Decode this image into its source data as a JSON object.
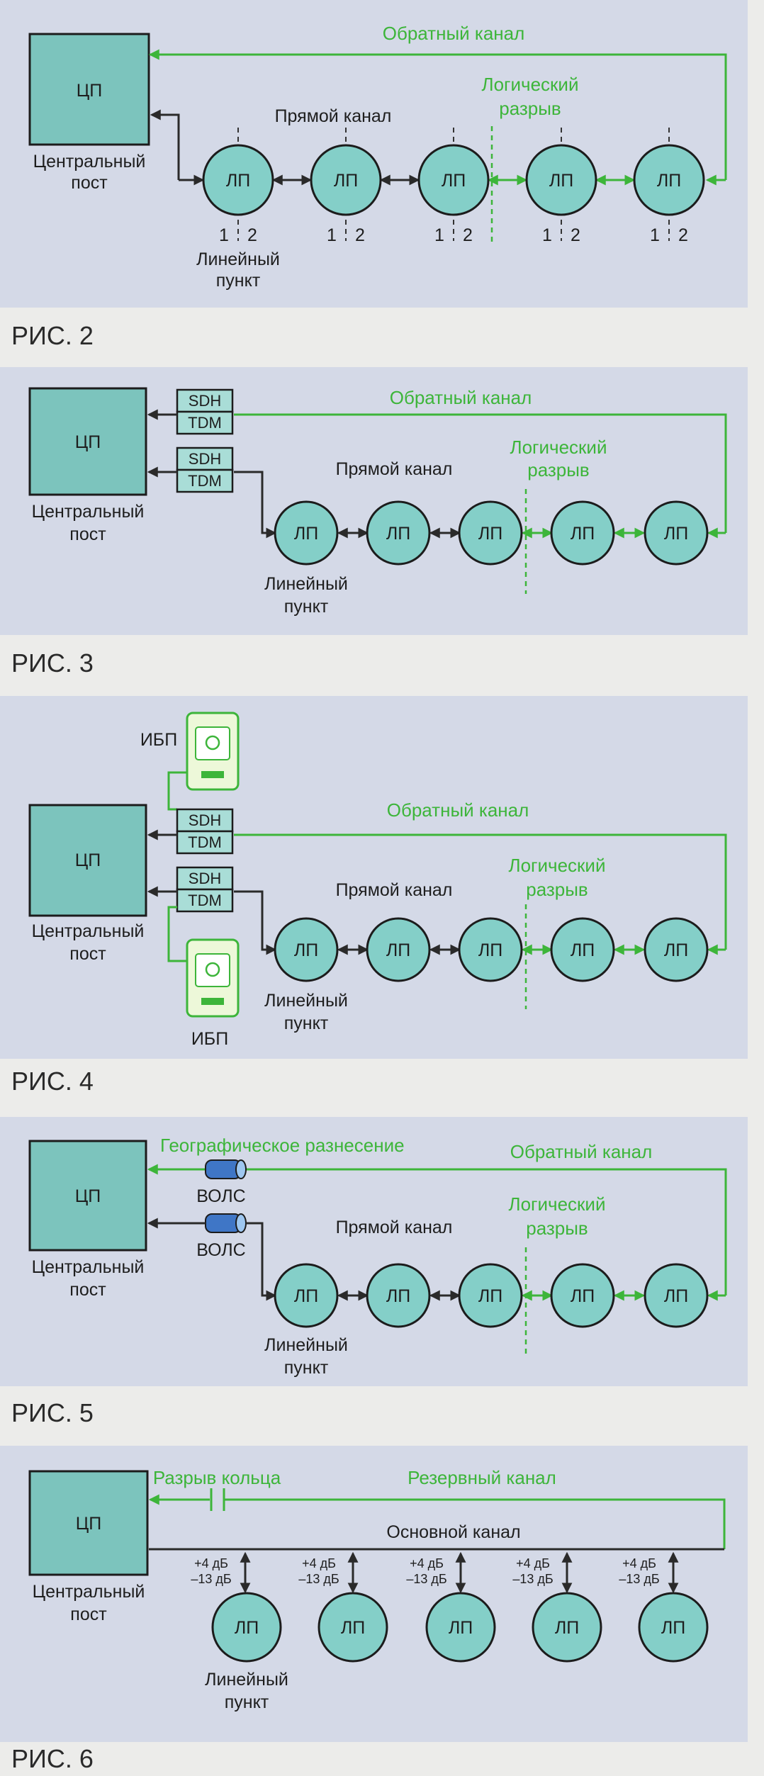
{
  "colors": {
    "panel_background": "#d4d9e7",
    "node_fill": "#84cfc8",
    "central_fill": "#7cc4bd",
    "black_channel": "#2a2a2a",
    "green_channel": "#3db53a"
  },
  "common": {
    "cp": "ЦП",
    "lp": "ЛП",
    "central_post": [
      "Центральный",
      "пост"
    ],
    "line_point": [
      "Линейный",
      "пункт"
    ],
    "forward_channel": "Прямой канал",
    "reverse_channel": "Обратный канал",
    "logical_break": [
      "Логический",
      "разрыв"
    ],
    "port_1": "1",
    "port_2": "2"
  },
  "fig2": {
    "caption": "РИС. 2"
  },
  "fig3": {
    "caption": "РИС. 3",
    "mux_top": "SDH",
    "mux_bottom": "TDM"
  },
  "fig4": {
    "caption": "РИС. 4",
    "ups": "ИБП",
    "mux_top": "SDH",
    "mux_bottom": "TDM"
  },
  "fig5": {
    "caption": "РИС. 5",
    "geo": "Географическое разнесение",
    "fiber": "ВОЛС"
  },
  "fig6": {
    "caption": "РИС. 6",
    "ring_break": "Разрыв кольца",
    "backup_channel": "Резервный канал",
    "main_channel": "Основной канал",
    "gain_plus": "+4 дБ",
    "gain_minus": "–13 дБ"
  }
}
